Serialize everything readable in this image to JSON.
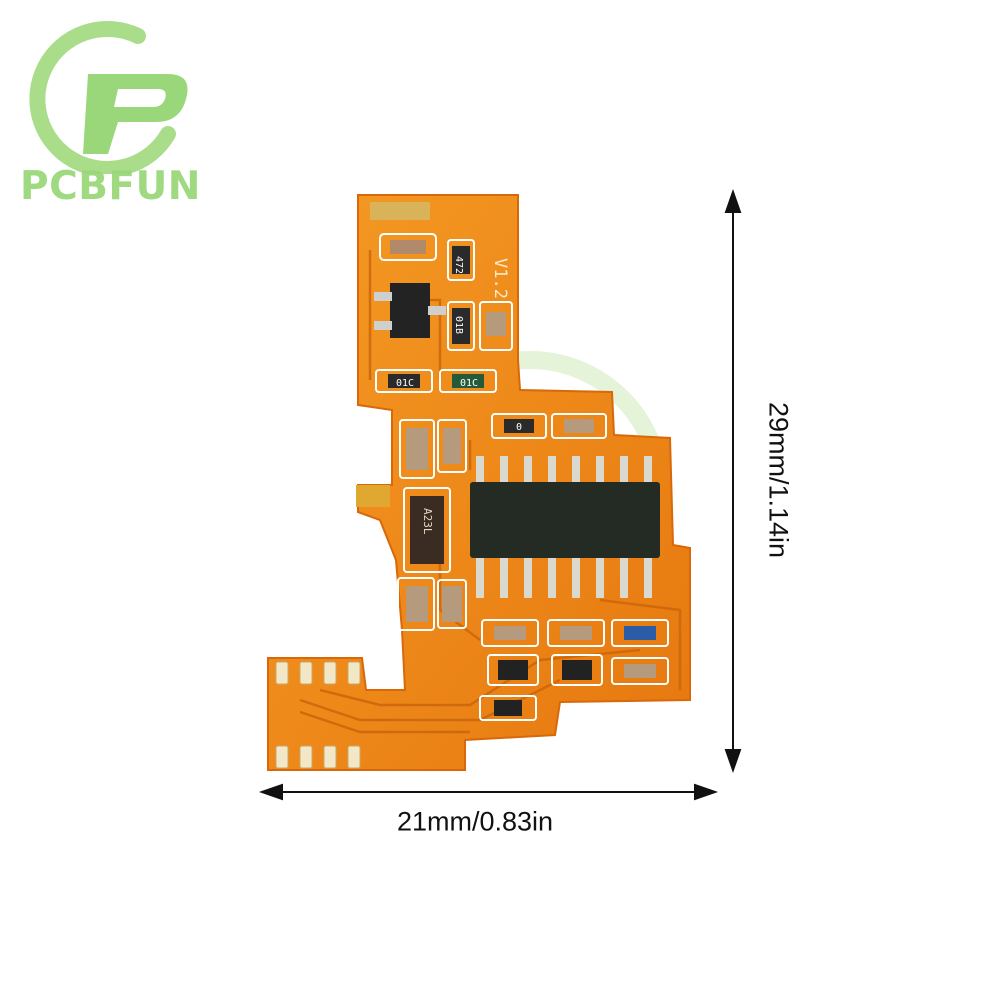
{
  "watermark": {
    "brand": "PCBFUN",
    "icon": "pcbfun-logo-icon",
    "color": "#9ad77a"
  },
  "board": {
    "version_label": "V1.2",
    "component_marks": {
      "r1": "472",
      "r2": "01B",
      "d1": "01C",
      "d2": "01C",
      "r3": "0",
      "r4": "A23L"
    },
    "colors": {
      "substrate": "#f08a1a",
      "ic": "#222a22",
      "pad": "#f2e7c6"
    }
  },
  "dimensions": {
    "height_label": "29mm/1.14in",
    "width_label": "21mm/0.83in"
  }
}
